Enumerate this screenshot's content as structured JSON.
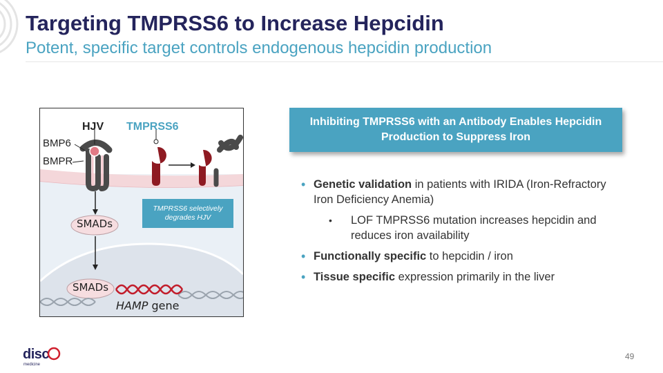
{
  "slide": {
    "title": "Targeting TMPRSS6 to Increase Hepcidin",
    "subtitle": "Potent, specific target controls endogenous hepcidin production",
    "page_number": "49"
  },
  "figure": {
    "labels": {
      "hjv": "HJV",
      "tmprss6": "TMPRSS6",
      "bmp6": "BMP6",
      "bmpr": "BMPR",
      "smads_top": "SMADs",
      "smads_bottom": "SMADs",
      "hamp_italic": "HAMP",
      "gene": " gene"
    },
    "callout": "TMPRSS6 selectively degrades HJV"
  },
  "banner": {
    "text": "Inhibiting TMPRSS6 with an Antibody Enables Hepcidin Production to Suppress Iron"
  },
  "bullets": [
    {
      "bold": "Genetic validation",
      "text": " in patients with IRIDA (Iron-Refractory Iron Deficiency Anemia)"
    },
    {
      "sub": "LOF TMPRSS6 mutation increases hepcidin and reduces iron availability"
    },
    {
      "bold": "Functionally specific",
      "text": " to hepcidin / iron"
    },
    {
      "bold": "Tissue specific",
      "text": " expression primarily in the liver"
    }
  ],
  "logo": {
    "main": "disc",
    "sub": "medicine"
  },
  "colors": {
    "title": "#24245c",
    "accent": "#4aa3c1",
    "tmprss6_red": "#8e1a22",
    "receptor_gray": "#4a4a4a",
    "logo_red": "#d0202e"
  }
}
